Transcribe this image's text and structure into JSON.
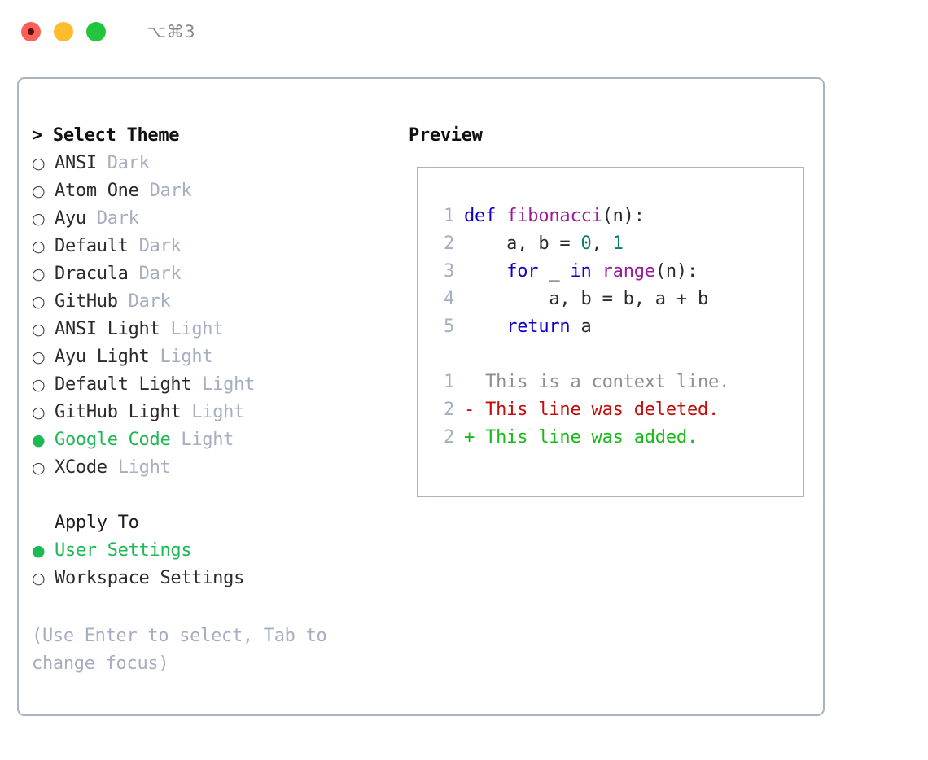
{
  "titlebar": {
    "traffic_lights": [
      "close",
      "minimize",
      "maximize"
    ],
    "shortcut": "⌥⌘3",
    "colors": {
      "red": "#fb5f56",
      "yellow": "#febc2e",
      "green": "#23c53f"
    }
  },
  "theme_picker": {
    "header": "> Select Theme",
    "selected_bullet": "●",
    "unselected_bullet": "○",
    "accent_color": "#1db954",
    "tag_color": "#a6aec0",
    "options": [
      {
        "bullet": "○",
        "name": "ANSI",
        "tag": "Dark",
        "selected": false
      },
      {
        "bullet": "○",
        "name": "Atom One",
        "tag": "Dark",
        "selected": false
      },
      {
        "bullet": "○",
        "name": "Ayu",
        "tag": "Dark",
        "selected": false
      },
      {
        "bullet": "○",
        "name": "Default",
        "tag": "Dark",
        "selected": false
      },
      {
        "bullet": "○",
        "name": "Dracula",
        "tag": "Dark",
        "selected": false
      },
      {
        "bullet": "○",
        "name": "GitHub",
        "tag": "Dark",
        "selected": false
      },
      {
        "bullet": "○",
        "name": "ANSI Light",
        "tag": "Light",
        "selected": false
      },
      {
        "bullet": "○",
        "name": "Ayu Light",
        "tag": "Light",
        "selected": false
      },
      {
        "bullet": "○",
        "name": "Default Light",
        "tag": "Light",
        "selected": false
      },
      {
        "bullet": "○",
        "name": "GitHub Light",
        "tag": "Light",
        "selected": false
      },
      {
        "bullet": "●",
        "name": "Google Code",
        "tag": "Light",
        "selected": true
      },
      {
        "bullet": "○",
        "name": "XCode",
        "tag": "Light",
        "selected": false
      }
    ]
  },
  "apply_to": {
    "header": "Apply To",
    "options": [
      {
        "bullet": "●",
        "name": "User Settings",
        "selected": true
      },
      {
        "bullet": "○",
        "name": "Workspace Settings",
        "selected": false
      }
    ]
  },
  "hint": "(Use Enter to select, Tab to change focus)",
  "preview": {
    "title": "Preview",
    "code_lines": [
      {
        "no": "1",
        "tokens": [
          {
            "t": "def ",
            "c": "tok-kw"
          },
          {
            "t": "fibonacci",
            "c": "tok-fn"
          },
          {
            "t": "(n):",
            "c": "tok-plain"
          }
        ]
      },
      {
        "no": "2",
        "tokens": [
          {
            "t": "    a, b = ",
            "c": "tok-plain"
          },
          {
            "t": "0",
            "c": "tok-num"
          },
          {
            "t": ", ",
            "c": "tok-plain"
          },
          {
            "t": "1",
            "c": "tok-num"
          }
        ]
      },
      {
        "no": "3",
        "tokens": [
          {
            "t": "    ",
            "c": "tok-plain"
          },
          {
            "t": "for",
            "c": "tok-kw"
          },
          {
            "t": " _ ",
            "c": "tok-plain"
          },
          {
            "t": "in",
            "c": "tok-kw"
          },
          {
            "t": " ",
            "c": "tok-plain"
          },
          {
            "t": "range",
            "c": "tok-fn"
          },
          {
            "t": "(n):",
            "c": "tok-plain"
          }
        ]
      },
      {
        "no": "4",
        "tokens": [
          {
            "t": "        a, b = b, a + b",
            "c": "tok-plain"
          }
        ]
      },
      {
        "no": "5",
        "tokens": [
          {
            "t": "    ",
            "c": "tok-plain"
          },
          {
            "t": "return",
            "c": "tok-kw"
          },
          {
            "t": " a",
            "c": "tok-plain"
          }
        ]
      },
      {
        "no": "",
        "tokens": [
          {
            "t": " ",
            "c": "tok-plain"
          }
        ]
      },
      {
        "no": "1",
        "tokens": [
          {
            "t": "  This is a context line.",
            "c": "diff-ctx"
          }
        ]
      },
      {
        "no": "2",
        "tokens": [
          {
            "t": "- This line was deleted.",
            "c": "diff-del"
          }
        ]
      },
      {
        "no": "2",
        "tokens": [
          {
            "t": "+ This line was added.",
            "c": "diff-add"
          }
        ]
      }
    ],
    "syntax_colors": {
      "keyword": "#0d00cf",
      "function": "#9c1a9c",
      "number": "#0a7a70",
      "plain": "#2b2b2b",
      "diff_context": "#8f8f8f",
      "diff_deleted": "#c40d0d",
      "diff_added": "#17bb17",
      "line_number": "#a6aec0"
    }
  }
}
